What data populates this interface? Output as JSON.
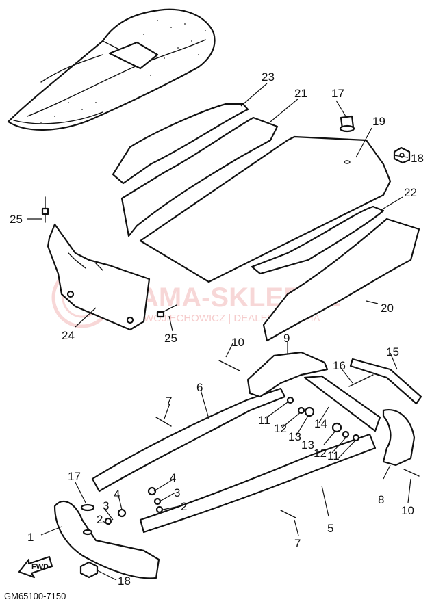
{
  "diagram": {
    "code": "GM65100-7150",
    "fwd_label": "FWD",
    "watermark": {
      "title": "YAMA-SKLEP.PL",
      "subtitle": "WOJIECHOWICZ | DEALER YAMAHA"
    },
    "callouts": [
      {
        "id": "c23",
        "label": "23"
      },
      {
        "id": "c21",
        "label": "21"
      },
      {
        "id": "c17a",
        "label": "17"
      },
      {
        "id": "c19",
        "label": "19"
      },
      {
        "id": "c18a",
        "label": "18"
      },
      {
        "id": "c22",
        "label": "22"
      },
      {
        "id": "c25a",
        "label": "25"
      },
      {
        "id": "c24",
        "label": "24"
      },
      {
        "id": "c25b",
        "label": "25"
      },
      {
        "id": "c20",
        "label": "20"
      },
      {
        "id": "c10a",
        "label": "10"
      },
      {
        "id": "c9",
        "label": "9"
      },
      {
        "id": "c15",
        "label": "15"
      },
      {
        "id": "c16",
        "label": "16"
      },
      {
        "id": "c6",
        "label": "6"
      },
      {
        "id": "c7a",
        "label": "7"
      },
      {
        "id": "c11a",
        "label": "11"
      },
      {
        "id": "c12a",
        "label": "12"
      },
      {
        "id": "c13a",
        "label": "13"
      },
      {
        "id": "c14",
        "label": "14"
      },
      {
        "id": "c13b",
        "label": "13"
      },
      {
        "id": "c12b",
        "label": "12"
      },
      {
        "id": "c11b",
        "label": "11"
      },
      {
        "id": "c17b",
        "label": "17"
      },
      {
        "id": "c4a",
        "label": "4"
      },
      {
        "id": "c3a",
        "label": "3"
      },
      {
        "id": "c4b",
        "label": "4"
      },
      {
        "id": "c3b",
        "label": "3"
      },
      {
        "id": "c2a",
        "label": "2"
      },
      {
        "id": "c2b",
        "label": "2"
      },
      {
        "id": "c8",
        "label": "8"
      },
      {
        "id": "c10b",
        "label": "10"
      },
      {
        "id": "c5",
        "label": "5"
      },
      {
        "id": "c1",
        "label": "1"
      },
      {
        "id": "c7b",
        "label": "7"
      },
      {
        "id": "c18b",
        "label": "18"
      }
    ]
  }
}
